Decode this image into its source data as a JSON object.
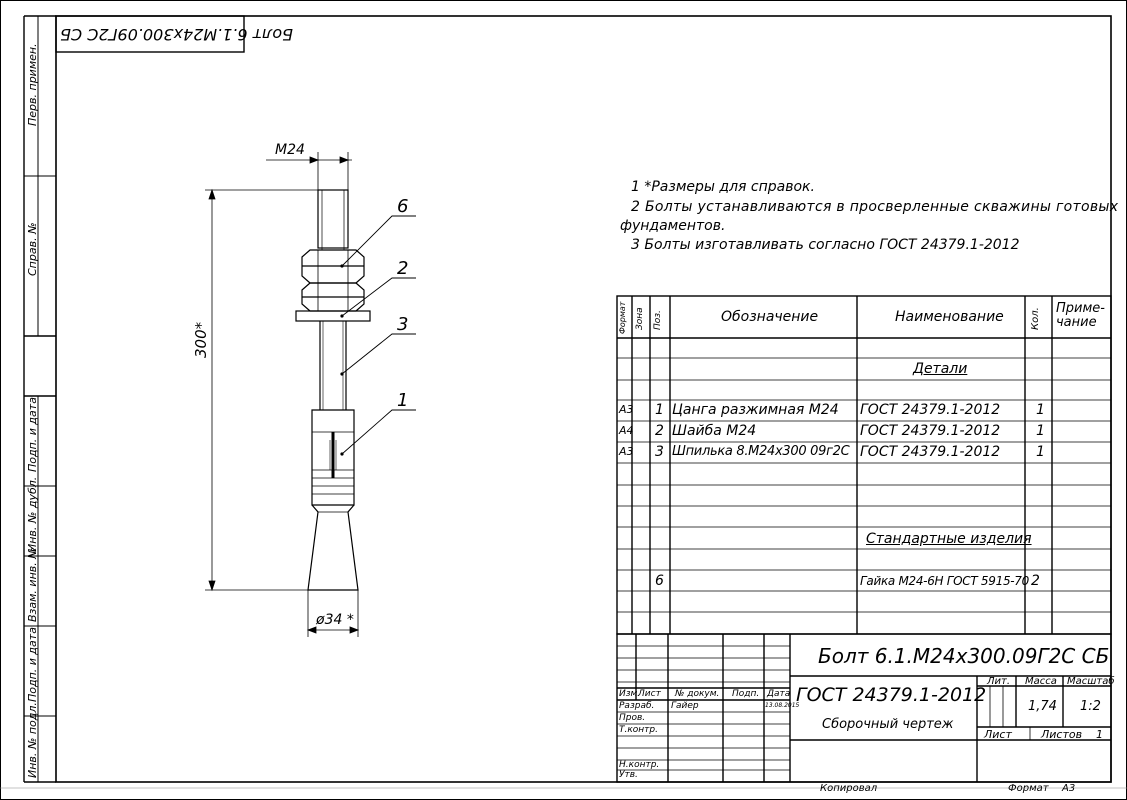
{
  "top_stamp": {
    "code": "Болт 6.1.М24х300.09Г2С  СБ"
  },
  "side_stamps": [
    "Перв. примен.",
    "Справ. №",
    "Подп. и дата",
    "Инв. № дубл.",
    "Взам. инв. №",
    "Подп. и дата",
    "Инв. № подл."
  ],
  "drawing": {
    "dim_thread": "М24",
    "dim_length": "300*",
    "dim_diameter": "ø34 *",
    "callouts": [
      "6",
      "2",
      "3",
      "1"
    ]
  },
  "notes": [
    "1  *Размеры для справок.",
    "2  Болты  устанавливаются  в  просверленные  скважины  готовых",
    "фундаментов.",
    "3  Болты изготавливать согласно ГОСТ 24379.1-2012"
  ],
  "spec": {
    "headers": {
      "format": "Формат",
      "zone": "Зона",
      "pos": "Поз.",
      "designation": "Обозначение",
      "name": "Наименование",
      "qty": "Кол.",
      "note": "Приме- чание"
    },
    "section_details": "Детали",
    "section_standard": "Стандартные изделия",
    "rows": [
      {
        "format": "A3",
        "pos": "1",
        "designation": "Цанга разжимная М24",
        "name": "ГОСТ 24379.1-2012",
        "qty": "1"
      },
      {
        "format": "A4",
        "pos": "2",
        "designation": "Шайба М24",
        "name": "ГОСТ 24379.1-2012",
        "qty": "1"
      },
      {
        "format": "A3",
        "pos": "3",
        "designation": "Шпилька 8.М24х300 09г2С",
        "name": "ГОСТ 24379.1-2012",
        "qty": "1"
      }
    ],
    "std_row": {
      "pos": "6",
      "name": "Гайка М24-6Н ГОСТ 5915-70",
      "qty": "2"
    }
  },
  "title_block": {
    "title": "Болт 6.1.М24х300.09Г2С  СБ",
    "gost": "ГОСТ 24379.1-2012",
    "doc_type": "Сборочный чертеж",
    "lit_label": "Лит.",
    "mass_label": "Масса",
    "scale_label": "Масштаб",
    "mass": "1,74",
    "scale": "1:2",
    "sheet_label": "Лист",
    "sheets_label": "Листов",
    "sheets": "1",
    "head_izm": "Изм.",
    "head_list": "Лист",
    "head_doc": "№ докум.",
    "head_sign": "Подп.",
    "head_date": "Дата",
    "roles": [
      "Разраб.",
      "Пров.",
      "Т.контр.",
      "",
      "Н.контр.",
      "Утв."
    ],
    "developer": "Гайер",
    "date": "13.08.2015",
    "copied": "Копировал",
    "format_label": "Формат",
    "format": "A3"
  }
}
